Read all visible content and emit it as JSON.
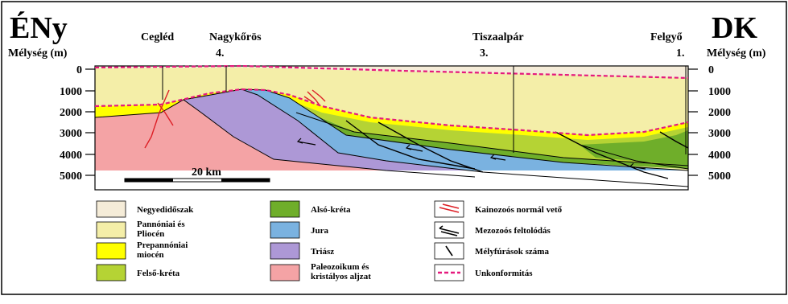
{
  "orientation": {
    "left": "ÉNy",
    "right": "DK"
  },
  "depth_label": "Mélység (m)",
  "depth_ticks": [
    "0",
    "1000",
    "2000",
    "3000",
    "4000",
    "5000"
  ],
  "places": [
    {
      "name": "Cegléd",
      "number": ""
    },
    {
      "name": "Nagykőrös",
      "number": "4."
    },
    {
      "name": "Tiszaalpár",
      "number": "3."
    },
    {
      "name": "Felgyő",
      "number": "1."
    }
  ],
  "scale_bar": "20 km",
  "legend": [
    {
      "label": "Negyedidőszak",
      "type": "fill",
      "color": "#f5ecd8"
    },
    {
      "label": "Pannóniai és\nPliocén",
      "type": "fill",
      "color": "#f4eea8"
    },
    {
      "label": "Prepannóniai\nmiocén",
      "type": "fill",
      "color": "#ffff00"
    },
    {
      "label": "Felső-kréta",
      "type": "fill",
      "color": "#b5d334"
    },
    {
      "label": "Alsó-kréta",
      "type": "fill",
      "color": "#6fae2a"
    },
    {
      "label": "Jura",
      "type": "fill",
      "color": "#7ab2e0"
    },
    {
      "label": "Triász",
      "type": "fill",
      "color": "#ad98d6"
    },
    {
      "label": "Paleozoikum és\nkristályos aljzat",
      "type": "fill",
      "color": "#f4a3a5"
    },
    {
      "label": "Kainozoós normál vető",
      "type": "symbol",
      "symbol": "normal-fault"
    },
    {
      "label": "Mezozoós feltolódás",
      "type": "symbol",
      "symbol": "thrust-fault"
    },
    {
      "label": "Mélyfúrások száma",
      "type": "symbol",
      "symbol": "borehole"
    },
    {
      "label": "Unkonformitás",
      "type": "symbol",
      "symbol": "unconformity"
    }
  ]
}
